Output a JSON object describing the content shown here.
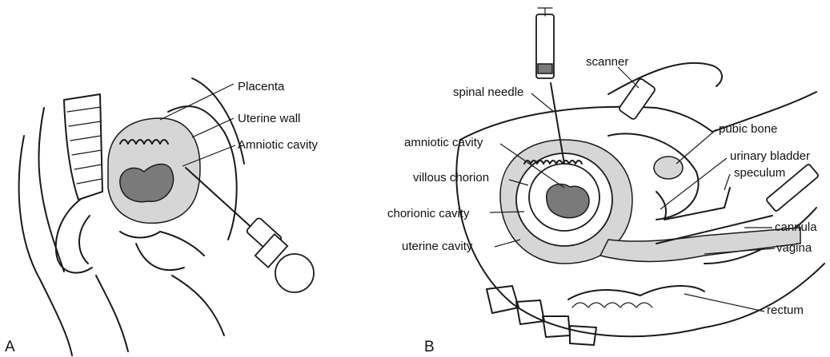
{
  "panels": {
    "a": {
      "letter": "A",
      "labels": {
        "placenta": "Placenta",
        "uterine_wall": "Uterine wall",
        "amniotic_cavity": "Amniotic cavity"
      }
    },
    "b": {
      "letter": "B",
      "labels": {
        "scanner": "scanner",
        "spinal_needle": "spinal needle",
        "pubic_bone": "pubic bone",
        "amniotic_cavity": "amniotic cavity",
        "urinary_bladder": "urinary bladder",
        "villous_chorion": "villous chorion",
        "speculum": "speculum",
        "chorionic_cavity": "chorionic cavity",
        "cannula": "cannula",
        "uterine_cavity": "uterine cavity",
        "vagina": "vagina",
        "rectum": "rectum"
      }
    }
  },
  "colors": {
    "ink": "#1a1a1a",
    "stipple": "#d6d6d6",
    "fetus": "#7a7a7a",
    "background": "#ffffff"
  }
}
